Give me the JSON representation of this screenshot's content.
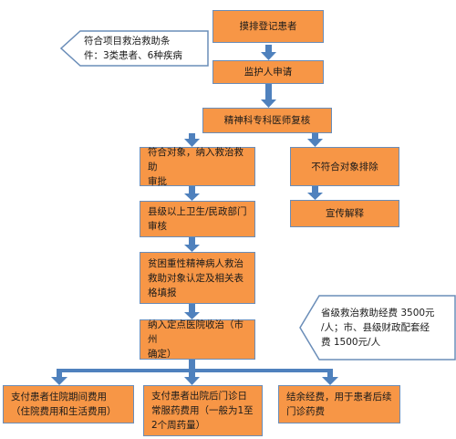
{
  "nodes": {
    "screening": "摸排登记患者",
    "guardian_apply": "监护人申请",
    "psychiatrist_review": "精神科专科医师复核",
    "eligible_approval": "符合对象，纳入救治救助\n审批",
    "ineligible_excluded": "不符合对象排除",
    "county_health_review": "县级以上卫生/民政部门\n审核",
    "publicity": "宣传解释",
    "poverty_identification": "贫困重性精神病人救治\n救助对象认定及相关表\n格填报",
    "designated_hospital": "纳入定点医院收治（市州\n确定）",
    "inpatient_cost": "支付患者住院期间费用\n（住院费用和生活费用）",
    "outpatient_cost": "支付患者出院后门诊日\n常服药费用（一般为1至\n2个周药量）",
    "surplus_funds": "结余经费，用于患者后续\n门诊药费"
  },
  "callouts": {
    "eligibility": "符合项目救治救助条\n件：3类患者、6种疾病",
    "funding": "省级救治救助经费 3500元\n/人；市、县级财政配套经\n费 1500元/人"
  },
  "colors": {
    "box_fill": "#f79646",
    "box_border": "#6a8db8",
    "arrow": "#4f81bd"
  }
}
